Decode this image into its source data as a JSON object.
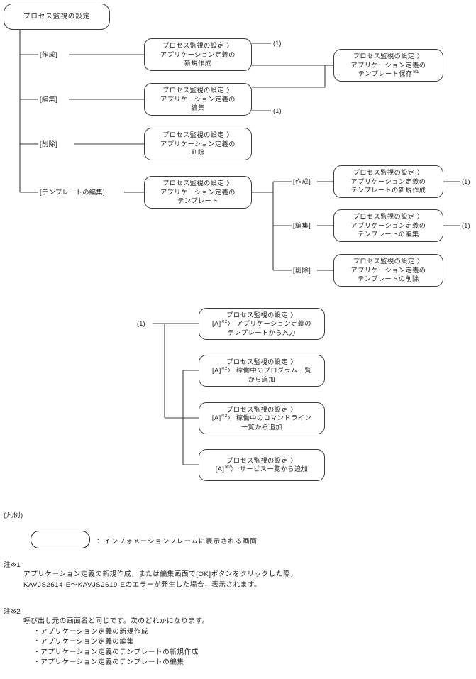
{
  "diagram": {
    "root": {
      "label": "プロセス監視の設定"
    },
    "branch_labels": {
      "create": "[作成]",
      "edit": "[編集]",
      "delete": "[削除]",
      "template_edit": "[テンプレートの編集]"
    },
    "ref_marker": "(1)",
    "nodes": {
      "app_new": {
        "lines": [
          "プロセス監視の設定 〉",
          "アプリケーション定義の",
          "新規作成"
        ]
      },
      "app_edit": {
        "lines": [
          "プロセス監視の設定 〉",
          "アプリケーション定義の",
          "編集"
        ]
      },
      "app_delete": {
        "lines": [
          "プロセス監視の設定 〉",
          "アプリケーション定義の",
          "削除"
        ]
      },
      "app_template": {
        "lines": [
          "プロセス監視の設定 〉",
          "アプリケーション定義の",
          "テンプレート"
        ]
      },
      "template_save": {
        "lines": [
          "プロセス監視の設定 〉",
          "アプリケーション定義の",
          "テンプレート保存"
        ],
        "note_ref": "※1"
      },
      "template_new": {
        "lines": [
          "プロセス監視の設定 〉",
          "アプリケーション定義の",
          "テンプレートの新規作成"
        ]
      },
      "template_modify": {
        "lines": [
          "プロセス監視の設定 〉",
          "アプリケーション定義の",
          "テンプレートの編集"
        ]
      },
      "template_delete": {
        "lines": [
          "プロセス監視の設定 〉",
          "アプリケーション定義の",
          "テンプレートの削除"
        ]
      },
      "input_from_template": {
        "line1": "プロセス監視の設定 〉",
        "prefix": "[A]",
        "note_ref": "※2",
        "line2_rest": "〉 アプリケーション定義の",
        "line3": "テンプレートから入力"
      },
      "add_from_programs": {
        "line1": "プロセス監視の設定 〉",
        "prefix": "[A]",
        "note_ref": "※2",
        "line2_rest": "〉 稼働中のプログラム一覧",
        "line3": "から追加"
      },
      "add_from_commandline": {
        "line1": "プロセス監視の設定 〉",
        "prefix": "[A]",
        "note_ref": "※2",
        "line2_rest": "〉 稼働中のコマンドライン",
        "line3": "一覧から追加"
      },
      "add_from_services": {
        "line1": "プロセス監視の設定 〉",
        "prefix": "[A]",
        "note_ref": "※2",
        "line2_rest": "〉 サービス一覧から追加"
      }
    }
  },
  "legend": {
    "heading": "(凡例)",
    "description": "：インフォメーションフレームに表示される画面"
  },
  "notes": [
    {
      "title": "注※1",
      "lines": [
        "アプリケーション定義の新規作成，または編集画面で[OK]ボタンをクリックした際，",
        "KAVJS2614-E～KAVJS2619-Eのエラーが発生した場合，表示されます。"
      ]
    },
    {
      "title": "注※2",
      "lines": [
        "呼び出し元の画面名と同じです。次のどれかになります。"
      ],
      "bullets": [
        "・アプリケーション定義の新規作成",
        "・アプリケーション定義の編集",
        "・アプリケーション定義のテンプレートの新規作成",
        "・アプリケーション定義のテンプレートの編集"
      ]
    }
  ]
}
